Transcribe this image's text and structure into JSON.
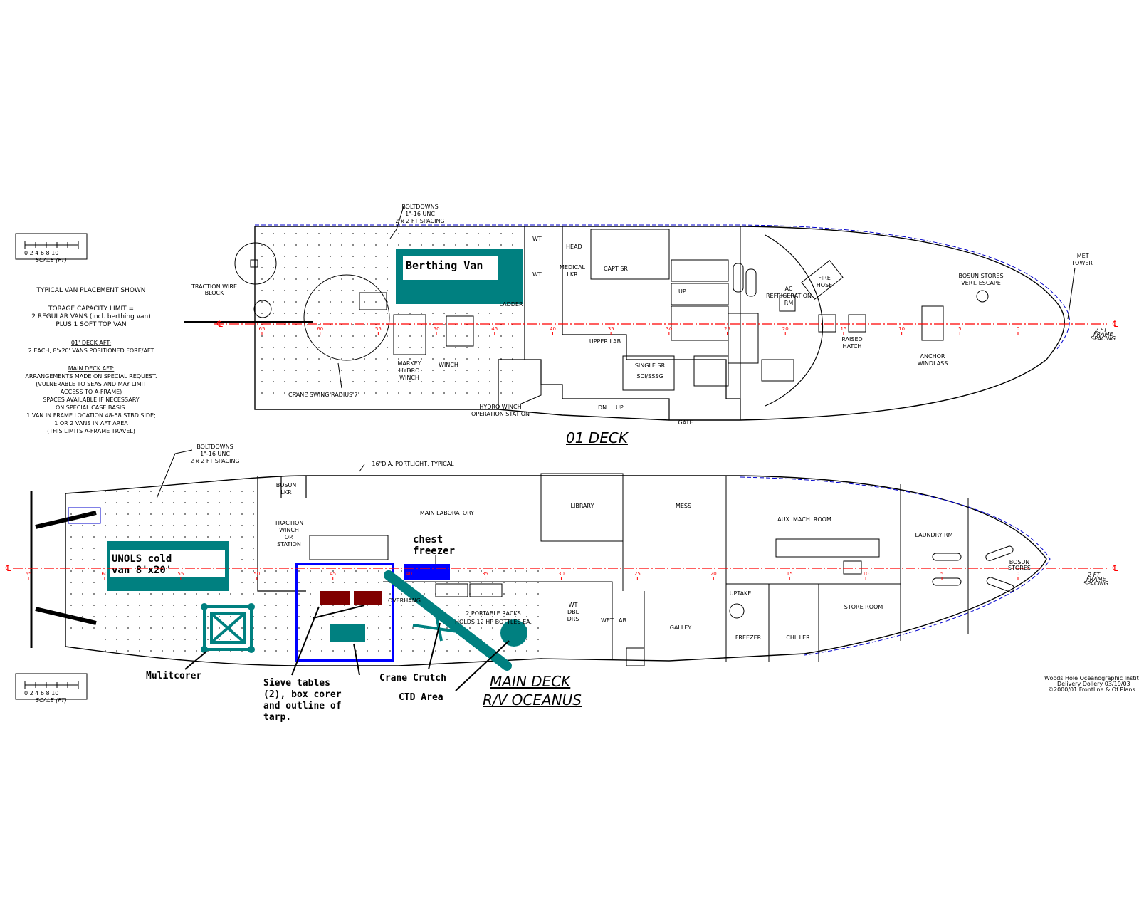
{
  "legend_left": {
    "scale_ticks": "0  2  4  6  8  10",
    "scale_label": "SCALE (FT)",
    "lines": [
      "TYPICAL VAN PLACEMENT SHOWN",
      "TORAGE CAPACITY LIMIT =",
      "2 REGULAR VANS (incl. berthing van)",
      "PLUS 1 SOFT TOP VAN",
      "01' DECK AFT:",
      "2 EACH, 8'x20' VANS POSITIONED FORE/AFT",
      "MAIN DECK AFT:",
      "ARRANGEMENTS MADE ON SPECIAL REQUEST.",
      "(VULNERABLE TO SEAS AND MAY LIMIT",
      "ACCESS TO A-FRAME)",
      "SPACES AVAILABLE IF NECESSARY",
      "ON SPECIAL CASE BASIS:",
      "1 VAN IN FRAME LOCATION 48-58 STBD SIDE;",
      "1 OR 2 VANS IN AFT AREA",
      "(THIS LIMITS A-FRAME TRAVEL)"
    ]
  },
  "deck01": {
    "title": "01  DECK",
    "boltdowns": [
      "BOLTDOWNS",
      "1\"-16 UNC",
      "2 x 2 FT SPACING"
    ],
    "berthing_van": "Berthing Van",
    "labels": {
      "traction_wire": [
        "TRACTION WIRE",
        "BLOCK"
      ],
      "crane_swing": "CRANE SWING RADIUS 7'",
      "markey": [
        "MARKEY",
        "HYDRO",
        "WINCH"
      ],
      "winch": "WINCH",
      "ladder": "LADDER",
      "head": "HEAD",
      "medical": [
        "MEDICAL",
        "LKR"
      ],
      "capt": "CAPT SR",
      "upper_lab": "UPPER LAB",
      "single_sr": [
        "SINGLE SR",
        "SCI/SSSG"
      ],
      "hydro_station": [
        "HYDRO WINCH",
        "OPERATION STATION"
      ],
      "ac_refrig": [
        "AC",
        "REFRIGERATION",
        "RM"
      ],
      "fire_hose": [
        "FIRE",
        "HOSE"
      ],
      "raised_hatch": [
        "RAISED",
        "HATCH"
      ],
      "bosun_stores": [
        "BOSUN STORES",
        "VERT. ESCAPE"
      ],
      "anchor": [
        "ANCHOR",
        "WINDLASS"
      ],
      "imet": [
        "IMET",
        "TOWER"
      ],
      "frame_spacing": [
        "2 FT",
        "FRAME",
        "SPACING"
      ],
      "gate": "GATE",
      "wt": "WT",
      "up": "UP",
      "dn": "DN"
    },
    "frame_numbers": [
      "65",
      "60",
      "55",
      "50",
      "45",
      "40",
      "35",
      "30",
      "25",
      "20",
      "15",
      "10",
      "5",
      "0"
    ]
  },
  "main_deck": {
    "title": "MAIN  DECK",
    "subtitle": "R/V OCEANUS",
    "boltdowns": [
      "BOLTDOWNS",
      "1\"-16 UNC",
      "2 x 2 FT SPACING"
    ],
    "portlight": "16\"DIA. PORTLIGHT, TYPICAL",
    "labels": {
      "bosun_lkr": [
        "BOSUN",
        "LKR"
      ],
      "traction_winch": [
        "TRACTION",
        "WINCH",
        "OP.",
        "STATION"
      ],
      "main_lab": "MAIN LABORATORY",
      "library": "LIBRARY",
      "mess": "MESS",
      "aux_mach": "AUX. MACH. ROOM",
      "laundry": "LAUNDRY RM",
      "bosun_stores": [
        "BOSUN",
        "STORES"
      ],
      "wet_lab": "WET LAB",
      "galley": "GALLEY",
      "freezer": "FREEZER",
      "chiller": "CHILLER",
      "store_room": "STORE ROOM",
      "uptake": "UPTAKE",
      "wt_dbl": [
        "WT",
        "DBL",
        "DRS"
      ],
      "racks": [
        "2 PORTABLE RACKS",
        "HOLDS 12 HP BOTTLES EA."
      ],
      "overhang": "OVERHANG",
      "frame_spacing": [
        "2 FT",
        "FRAME",
        "SPACING"
      ]
    },
    "frame_numbers": [
      "65",
      "60",
      "55",
      "50",
      "45",
      "40",
      "35",
      "30",
      "25",
      "20",
      "15",
      "10",
      "5",
      "0"
    ],
    "annotations": {
      "unols": [
        "UNOLS cold",
        "van 8'x20'"
      ],
      "chest_freezer": [
        "chest",
        "freezer"
      ],
      "multicorer": "Mulitcorer",
      "sieve": [
        "Sieve tables",
        "(2), box corer",
        "and outline of",
        "tarp."
      ],
      "crane_crutch": "Crane Crutch",
      "ctd": "CTD Area"
    }
  },
  "footer_credit": [
    "Woods Hole Oceanographic Institution",
    "Delivery Dollery    03/19/03",
    "©2000/01 Frontline & Of Plans"
  ],
  "colors": {
    "teal": "#008080",
    "blue": "#0000ff",
    "maroon": "#800000",
    "centerline": "#ff0000",
    "outline": "#000000"
  }
}
